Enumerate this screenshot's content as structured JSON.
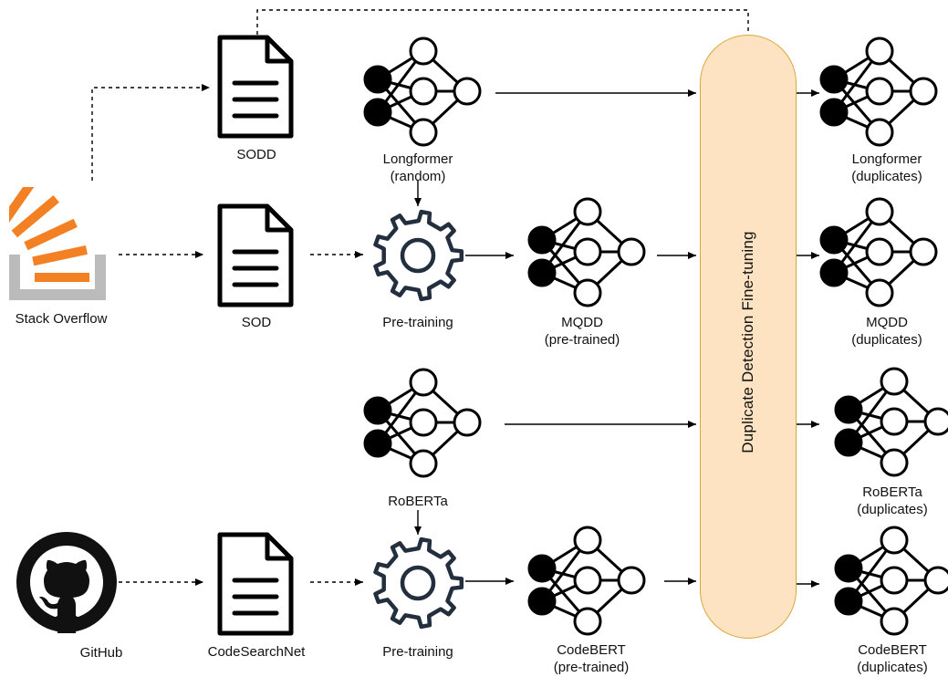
{
  "sources": {
    "stackoverflow_label": "Stack Overflow",
    "github_label": "GitHub"
  },
  "datasets": {
    "sodd": "SODD",
    "sod": "SOD",
    "codesearchnet": "CodeSearchNet"
  },
  "steps": {
    "pretraining_top": "Pre-training",
    "pretraining_bottom": "Pre-training"
  },
  "base_models": {
    "longformer": [
      "Longformer",
      "(random)"
    ],
    "roberta": "RoBERTa"
  },
  "pretrained_models": {
    "mqdd": [
      "MQDD",
      "(pre-trained)"
    ],
    "codebert": [
      "CodeBERT",
      "(pre-trained)"
    ]
  },
  "finetuning_label": "Duplicate Detection Fine-tuning",
  "output_models": {
    "longformer": [
      "Longformer",
      "(duplicates)"
    ],
    "mqdd": [
      "MQDD",
      "(duplicates)"
    ],
    "roberta": [
      "RoBERTa",
      "(duplicates)"
    ],
    "codebert": [
      "CodeBERT",
      "(duplicates)"
    ]
  },
  "colors": {
    "band_fill": "#fde3c2",
    "band_border": "#d9a93a",
    "so_orange": "#f48024",
    "so_gray": "#bcbbbb",
    "gear": "#232f3e"
  },
  "icons": {
    "stackoverflow": "stackoverflow-logo",
    "github": "github-logo",
    "document": "document-icon",
    "gear": "gear-icon",
    "network": "neural-network-icon"
  }
}
